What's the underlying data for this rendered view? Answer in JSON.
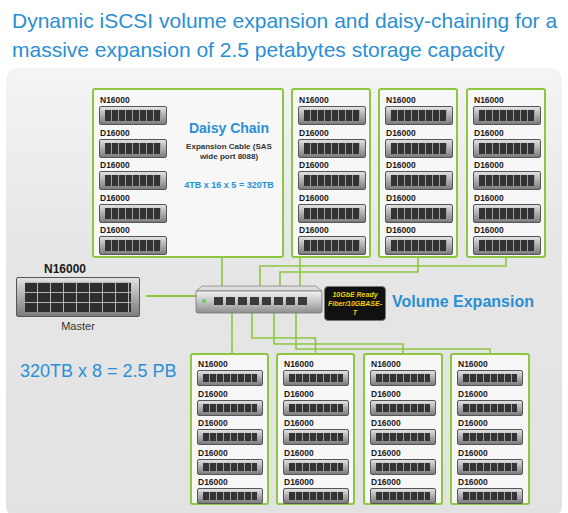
{
  "diagram": {
    "title": "Dynamic iSCSI volume expansion and daisy-chaining for a massive expansion of 2.5 petabytes storage capacity",
    "nodes": [
      {
        "text": [
          "Daisy Chain",
          "Expansion Cable (SAS wide port 8088)",
          "4TB x 16 x 5 = 320TB"
        ]
      },
      {
        "text": [
          "N16000"
        ],
        "in": 0
      },
      {
        "text": [
          "D16000"
        ],
        "in": 0
      },
      {
        "text": [
          "D16000"
        ],
        "in": 0
      },
      {
        "text": [
          "D16000"
        ],
        "in": 0
      },
      {
        "text": [
          "D16000"
        ],
        "in": 0
      },
      {
        "text": []
      },
      {
        "text": [
          "N16000"
        ],
        "in": 6
      },
      {
        "text": [
          "D16000"
        ],
        "in": 6
      },
      {
        "text": [
          "D16000"
        ],
        "in": 6
      },
      {
        "text": [
          "D16000"
        ],
        "in": 6
      },
      {
        "text": [
          "D16000"
        ],
        "in": 6
      },
      {
        "text": []
      },
      {
        "text": [
          "N16000"
        ],
        "in": 12
      },
      {
        "text": [
          "D16000"
        ],
        "in": 12
      },
      {
        "text": [
          "D16000"
        ],
        "in": 12
      },
      {
        "text": [
          "D16000"
        ],
        "in": 12
      },
      {
        "text": [
          "D16000"
        ],
        "in": 12
      },
      {
        "text": []
      },
      {
        "text": [
          "N16000"
        ],
        "in": 18
      },
      {
        "text": [
          "D16000"
        ],
        "in": 18
      },
      {
        "text": [
          "D16000"
        ],
        "in": 18
      },
      {
        "text": [
          "D16000"
        ],
        "in": 18
      },
      {
        "text": [
          "D16000"
        ],
        "in": 18
      },
      {
        "text": [
          "N16000",
          "Master"
        ]
      },
      {
        "text": []
      },
      {
        "text": [
          "N16000"
        ],
        "in": 25
      },
      {
        "text": [
          "D16000"
        ],
        "in": 25
      },
      {
        "text": [
          "D16000"
        ],
        "in": 25
      },
      {
        "text": [
          "D16000"
        ],
        "in": 25
      },
      {
        "text": [
          "D16000"
        ],
        "in": 25
      },
      {
        "text": []
      },
      {
        "text": [
          "N16000"
        ],
        "in": 31
      },
      {
        "text": [
          "D16000"
        ],
        "in": 31
      },
      {
        "text": [
          "D16000"
        ],
        "in": 31
      },
      {
        "text": [
          "D16000"
        ],
        "in": 31
      },
      {
        "text": [
          "D16000"
        ],
        "in": 31
      },
      {
        "text": []
      },
      {
        "text": [
          "N16000"
        ],
        "in": 37
      },
      {
        "text": [
          "D16000"
        ],
        "in": 37
      },
      {
        "text": [
          "D16000"
        ],
        "in": 37
      },
      {
        "text": [
          "D16000"
        ],
        "in": 37
      },
      {
        "text": [
          "D16000"
        ],
        "in": 37
      },
      {
        "text": []
      },
      {
        "text": [
          "N16000"
        ],
        "in": 43
      },
      {
        "text": [
          "D16000"
        ],
        "in": 43
      },
      {
        "text": [
          "D16000"
        ],
        "in": 43
      },
      {
        "text": [
          "D16000"
        ],
        "in": 43
      },
      {
        "text": [
          "D16000"
        ],
        "in": 43
      }
    ],
    "edges": [
      {
        "from": 24,
        "to": 0,
        "arrow": "none"
      },
      {
        "from": 24,
        "to": 6,
        "arrow": "none"
      },
      {
        "from": 24,
        "to": 12,
        "arrow": "none"
      },
      {
        "from": 24,
        "to": 18,
        "arrow": "none"
      },
      {
        "from": 24,
        "to": 25,
        "arrow": "none"
      },
      {
        "from": 24,
        "to": 31,
        "arrow": "none"
      },
      {
        "from": 24,
        "to": 37,
        "arrow": "none"
      },
      {
        "from": 24,
        "to": 43,
        "arrow": "none"
      }
    ],
    "labels": [
      "10GbE Ready Fiber/10GBASE-T",
      "Volume Expansion",
      "320TB x 8 = 2.5 PB"
    ]
  }
}
